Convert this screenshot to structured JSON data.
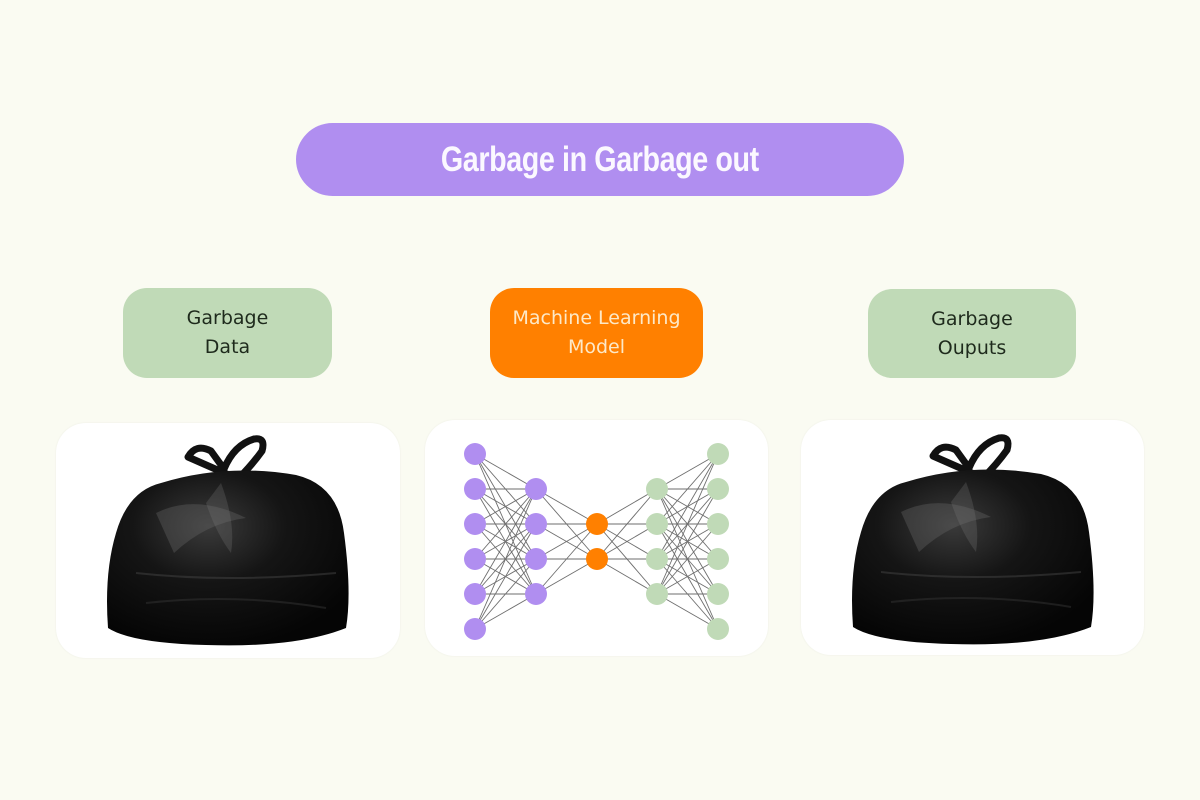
{
  "title": "Garbage in Garbage out",
  "colors": {
    "background": "#fafbf2",
    "title_pill": "#b08ef0",
    "input_label": "#c0dab7",
    "model_label": "#ff8000",
    "output_label": "#c0dab7",
    "nn_input_nodes": "#b08ef0",
    "nn_bottleneck_nodes": "#ff8000",
    "nn_output_nodes": "#c0dab7"
  },
  "columns": [
    {
      "label": "Garbage\nData",
      "image": "garbage-bag-icon"
    },
    {
      "label": "Machine Learning\nModel",
      "image": "neural-network-icon"
    },
    {
      "label": "Garbage\nOuputs",
      "image": "garbage-bag-icon"
    }
  ],
  "neural_network": {
    "layers": [
      6,
      4,
      2,
      4,
      6
    ],
    "layer_colors": [
      "#b08ef0",
      "#b08ef0",
      "#ff8000",
      "#c0dab7",
      "#c0dab7"
    ]
  }
}
